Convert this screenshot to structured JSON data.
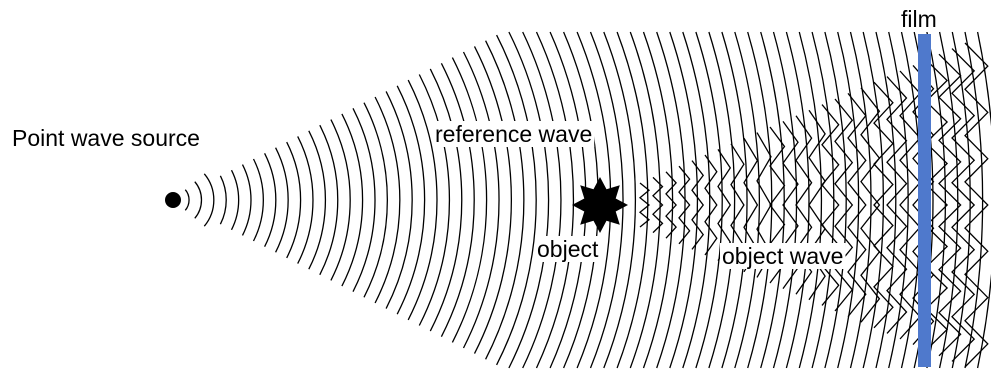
{
  "labels": {
    "source": "Point wave source",
    "reference": "reference wave",
    "object": "object",
    "object_wave": "object wave",
    "film": "film"
  },
  "colors": {
    "stroke": "#000000",
    "film": "#4f79cc",
    "background": "#ffffff"
  }
}
